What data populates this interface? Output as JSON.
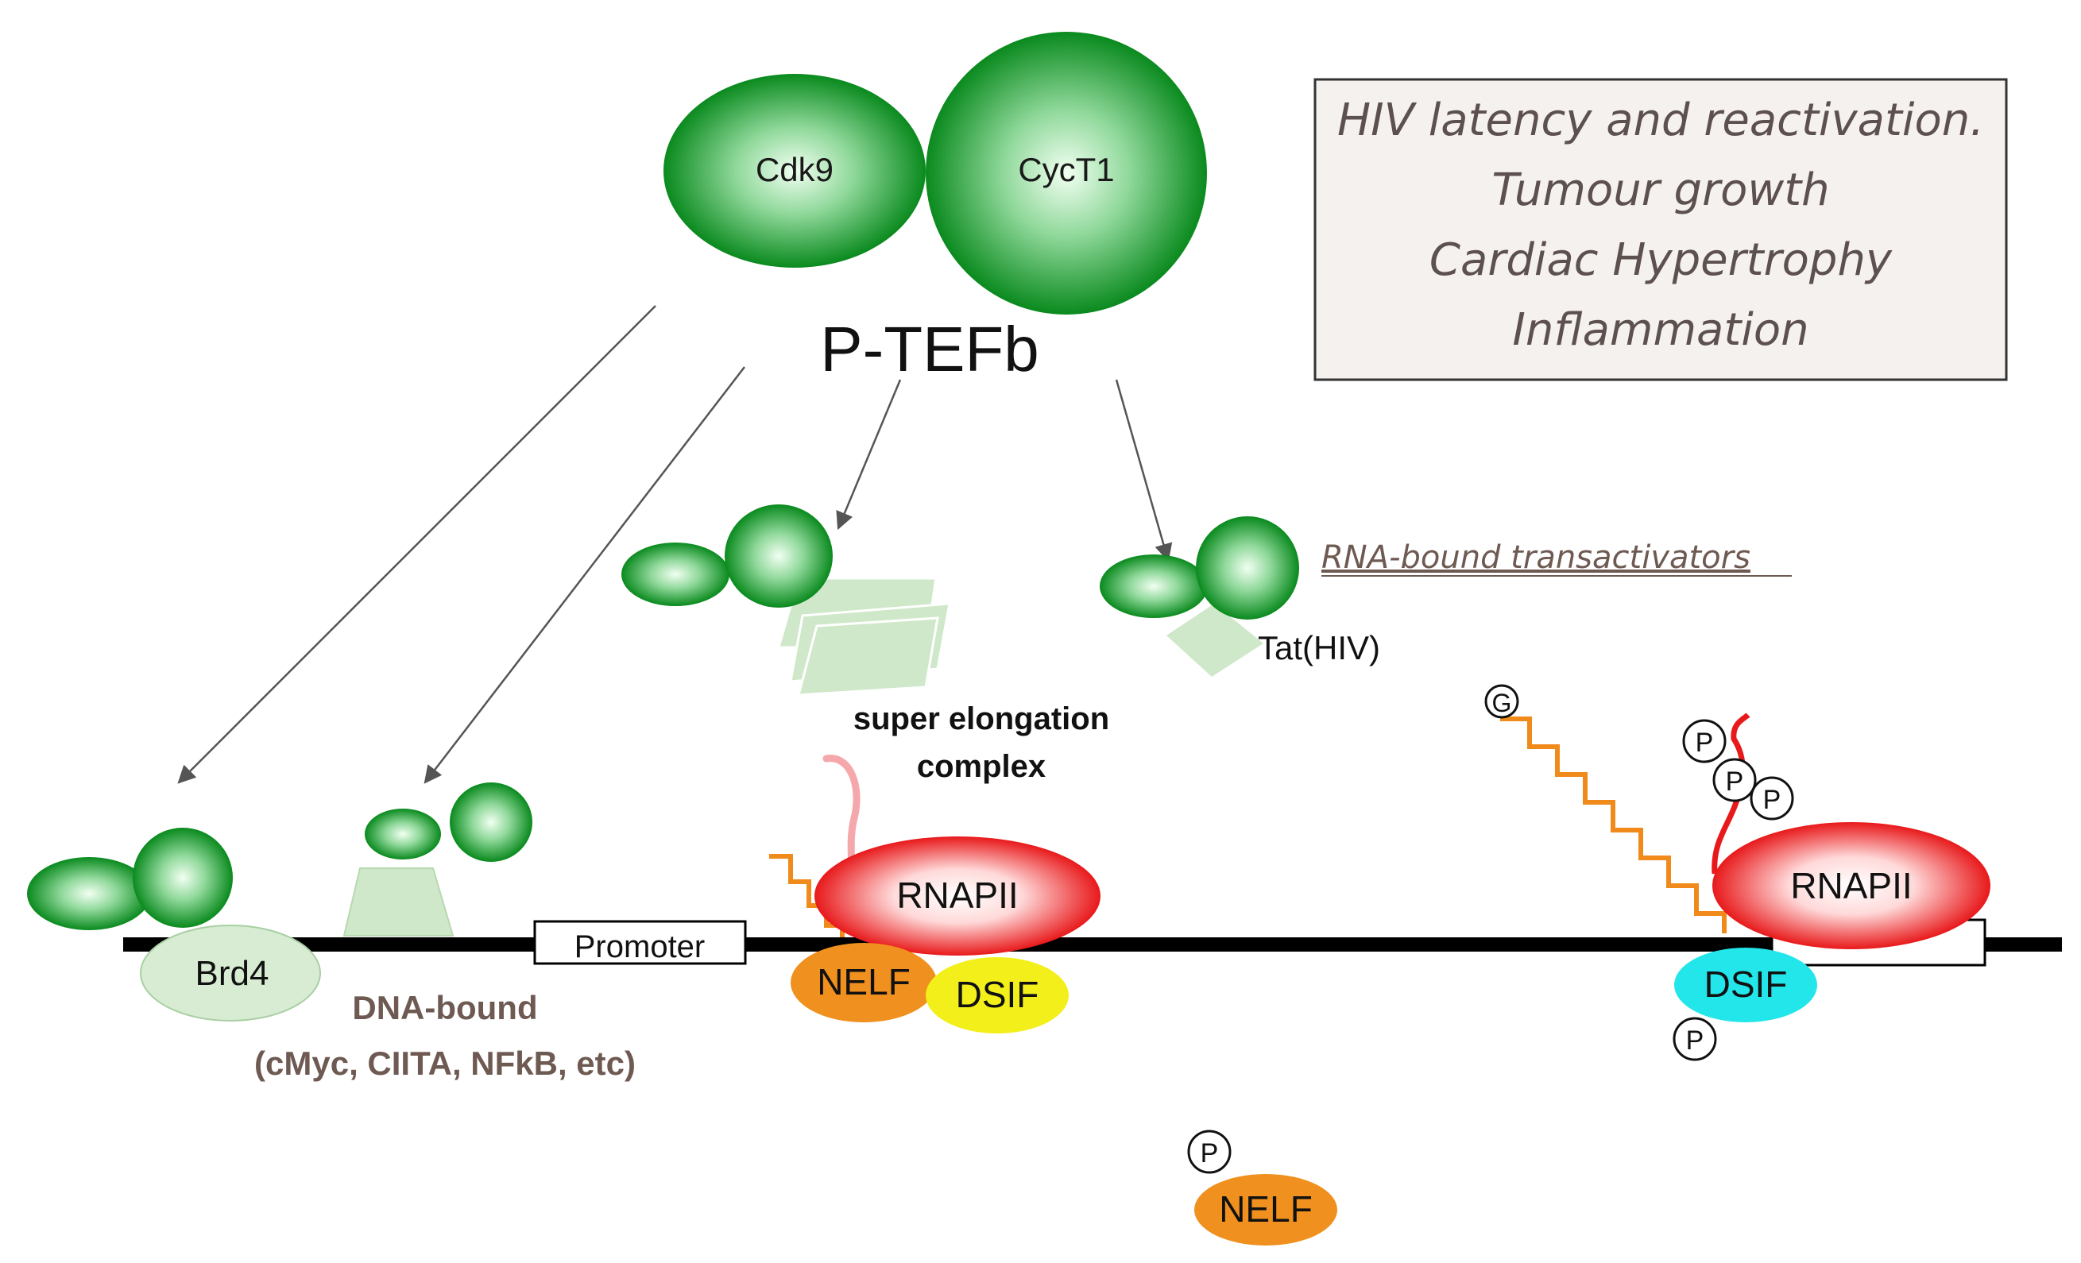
{
  "pteFb": {
    "cdk9": "Cdk9",
    "cyct1": "CycT1",
    "title": "P-TEFb"
  },
  "info_box": {
    "lines": [
      "HIV latency and reactivation.",
      "Tumour growth",
      "Cardiac Hypertrophy",
      "Inflammation"
    ]
  },
  "labels": {
    "rna_bound": "RNA-bound transactivators",
    "tat": "Tat(HIV)",
    "sec_line1": "super elongation",
    "sec_line2": "complex",
    "brd4": "Brd4",
    "dna_bound_line1": "DNA-bound",
    "dna_bound_line2": "(cMyc, CIITA, NFkB, etc)",
    "promoter": "Promoter",
    "rnapii_left": "RNAPII",
    "rnapii_right": "RNAPII",
    "nelf_left": "NELF",
    "dsif_left": "DSIF",
    "dsif_right": "DSIF",
    "nelf_bottom": "NELF",
    "g_cap": "G",
    "p": "P"
  },
  "colors": {
    "green_dark": "#0a8a1e",
    "green_light": "#e8fbe8",
    "pale_green": "#cfe8c9",
    "red": "#e8191b",
    "orange": "#f59a1e",
    "nelf_orange": "#f0901e",
    "dsif_yellow": "#f3ef1a",
    "dsif_cyan": "#22e6ea",
    "box_fill": "#f5f1ee",
    "text_brown": "#6e5a52"
  }
}
